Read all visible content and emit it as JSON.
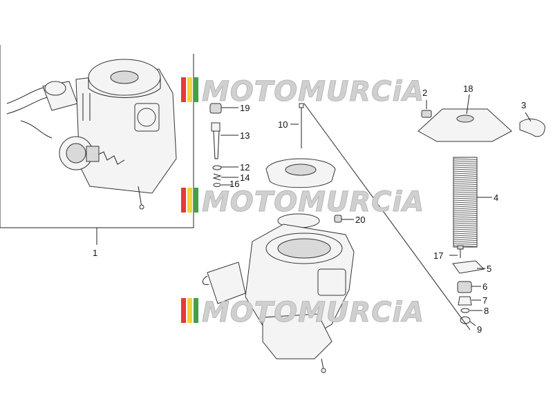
{
  "watermark": {
    "text": "MOTOMURCiA",
    "stripe_colors": [
      "#e53935",
      "#f6d23a",
      "#43a047"
    ]
  },
  "callouts": [
    {
      "id": "1",
      "label": "1"
    },
    {
      "id": "2",
      "label": "2"
    },
    {
      "id": "3",
      "label": "3"
    },
    {
      "id": "4",
      "label": "4"
    },
    {
      "id": "5",
      "label": "5"
    },
    {
      "id": "6",
      "label": "6"
    },
    {
      "id": "7",
      "label": "7"
    },
    {
      "id": "8",
      "label": "8"
    },
    {
      "id": "9",
      "label": "9"
    },
    {
      "id": "10",
      "label": "10"
    },
    {
      "id": "12",
      "label": "12"
    },
    {
      "id": "13",
      "label": "13"
    },
    {
      "id": "14",
      "label": "14"
    },
    {
      "id": "16",
      "label": "16"
    },
    {
      "id": "17",
      "label": "17"
    },
    {
      "id": "18",
      "label": "18"
    },
    {
      "id": "19",
      "label": "19"
    },
    {
      "id": "20",
      "label": "20"
    }
  ]
}
